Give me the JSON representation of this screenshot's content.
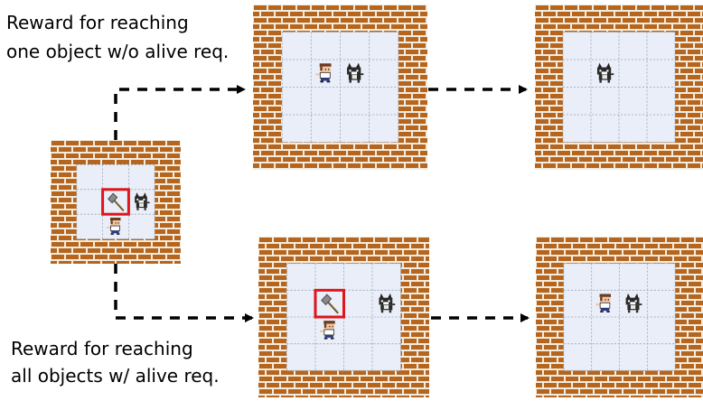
{
  "labels": {
    "top_line1": "Reward for reaching",
    "top_line2": "one object w/o alive req.",
    "bottom_line1": "Reward for reaching",
    "bottom_line2": "all objects w/ alive req."
  },
  "colors": {
    "brick": "#b5651d",
    "mortar": "#f2ece0",
    "brick_dark": "#7a3c0e",
    "floor": "#e9eef8",
    "grid": "#9aa4b4",
    "highlight": "#e0141a",
    "arrow": "#000000"
  },
  "grids": [
    {
      "id": "initial",
      "cells": 5,
      "entities": [
        {
          "type": "hammer",
          "row": 2,
          "col": 2,
          "highlighted": true
        },
        {
          "type": "dog",
          "row": 2,
          "col": 3
        },
        {
          "type": "person",
          "row": 3,
          "col": 2
        }
      ]
    },
    {
      "id": "top-step1",
      "cells": 6,
      "entities": [
        {
          "type": "person",
          "row": 2,
          "col": 2
        },
        {
          "type": "dog",
          "row": 2,
          "col": 3
        }
      ]
    },
    {
      "id": "top-step2",
      "cells": 6,
      "entities": [
        {
          "type": "dog",
          "row": 2,
          "col": 2
        }
      ]
    },
    {
      "id": "bottom-step1",
      "cells": 6,
      "entities": [
        {
          "type": "hammer",
          "row": 2,
          "col": 2,
          "highlighted": true
        },
        {
          "type": "dog",
          "row": 2,
          "col": 4
        },
        {
          "type": "person",
          "row": 3,
          "col": 2
        }
      ]
    },
    {
      "id": "bottom-step2",
      "cells": 6,
      "entities": [
        {
          "type": "person",
          "row": 2,
          "col": 2
        },
        {
          "type": "dog",
          "row": 2,
          "col": 3
        }
      ]
    }
  ],
  "icons": [
    "person-icon",
    "dog-icon",
    "hammer-icon",
    "arrow-icon"
  ]
}
